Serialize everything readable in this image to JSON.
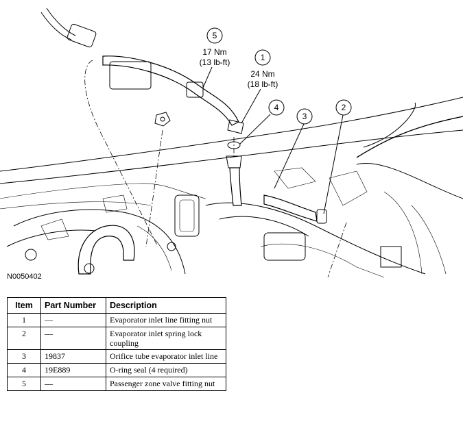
{
  "figure": {
    "id_label": "N0050402",
    "callouts": [
      {
        "num": "1",
        "torque_nm": "24 Nm",
        "torque_lbft": "(18 lb-ft)"
      },
      {
        "num": "2"
      },
      {
        "num": "3"
      },
      {
        "num": "4"
      },
      {
        "num": "5",
        "torque_nm": "17 Nm",
        "torque_lbft": "(13 lb-ft)"
      }
    ]
  },
  "table": {
    "headers": [
      "Item",
      "Part Number",
      "Description"
    ],
    "rows": [
      {
        "item": "1",
        "part": "—",
        "desc": "Evaporator inlet line fitting nut"
      },
      {
        "item": "2",
        "part": "—",
        "desc": "Evaporator inlet spring lock coupling"
      },
      {
        "item": "3",
        "part": "19837",
        "desc": "Orifice tube evaporator inlet line"
      },
      {
        "item": "4",
        "part": "19E889",
        "desc": "O-ring seal (4 required)"
      },
      {
        "item": "5",
        "part": "—",
        "desc": "Passenger zone valve fitting nut"
      }
    ]
  }
}
